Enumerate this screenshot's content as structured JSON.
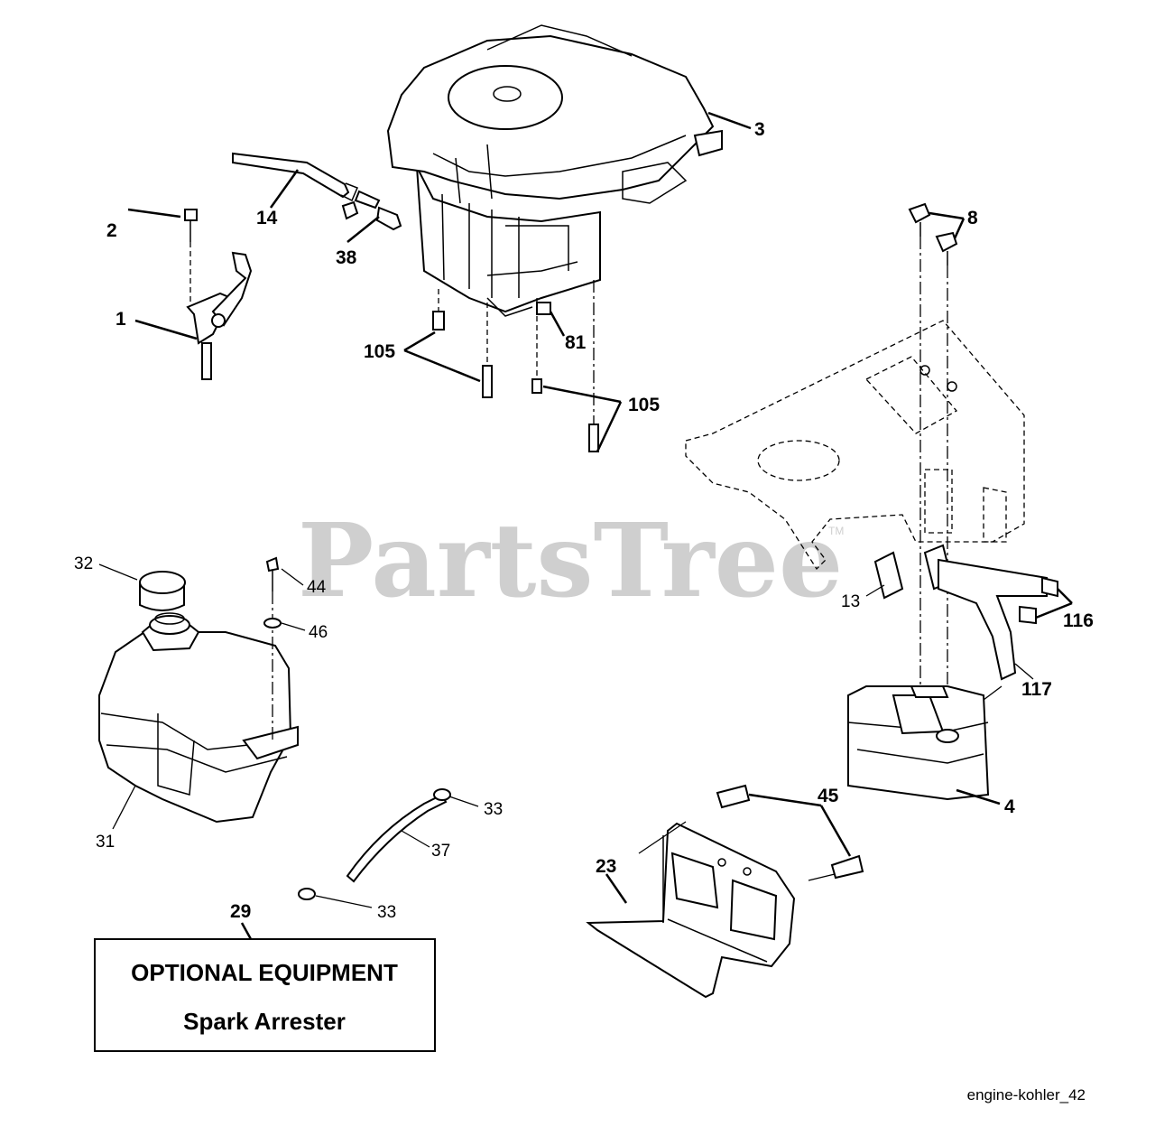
{
  "watermark": {
    "text": "PartsTree",
    "tm": "TM"
  },
  "callouts": {
    "c1": "1",
    "c2": "2",
    "c3": "3",
    "c4": "4",
    "c8": "8",
    "c13": "13",
    "c14": "14",
    "c23": "23",
    "c29": "29",
    "c31": "31",
    "c32": "32",
    "c33a": "33",
    "c33b": "33",
    "c37": "37",
    "c38": "38",
    "c44": "44",
    "c45": "45",
    "c46": "46",
    "c81": "81",
    "c105a": "105",
    "c105b": "105",
    "c116": "116",
    "c117": "117"
  },
  "optional_box": {
    "title": "OPTIONAL EQUIPMENT",
    "subtitle": "Spark Arrester"
  },
  "caption": "engine-kohler_42"
}
